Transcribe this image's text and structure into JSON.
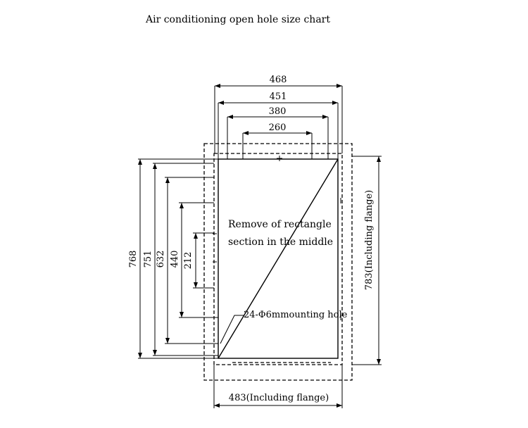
{
  "title": "Air conditioning open hole size chart",
  "top_dimensions": {
    "d468": "468",
    "d451": "451",
    "d380": "380",
    "d260": "260"
  },
  "left_dimensions": {
    "d768": "768",
    "d751": "751",
    "d632": "632",
    "d440": "440",
    "d212": "212"
  },
  "right_dimension": "783(Including flange)",
  "bottom_dimension": "483(Including flange)",
  "notes": {
    "remove_line1": "Remove of rectangle",
    "remove_line2": "section in the middle",
    "mounting": "24-Φ6mmounting hole"
  }
}
